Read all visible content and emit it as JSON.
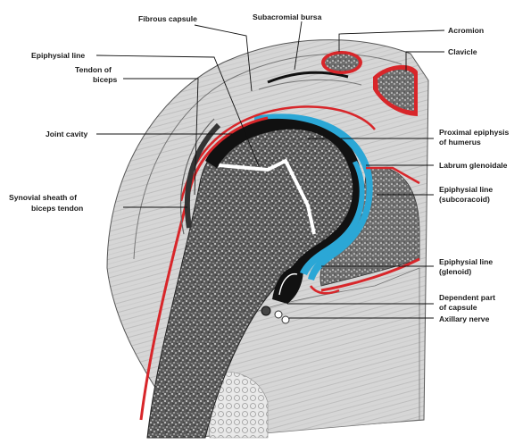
{
  "labels": {
    "fibrous_capsule": "Fibrous capsule",
    "subacromial_bursa": "Subacromial bursa",
    "acromion": "Acromion",
    "clavicle": "Clavicle",
    "epiphysial_line": "Epiphysial line",
    "tendon_of_biceps_1": "Tendon of",
    "tendon_of_biceps_2": "biceps",
    "joint_cavity": "Joint cavity",
    "proximal_epiphysis_1": "Proximal epiphysis",
    "proximal_epiphysis_2": "of humerus",
    "labrum_glenoidale": "Labrum glenoidale",
    "synovial_sheath_1": "Synovial sheath of",
    "synovial_sheath_2": "biceps tendon",
    "epiphysial_subcoracoid_1": "Epiphysial line",
    "epiphysial_subcoracoid_2": "(subcoracoid)",
    "epiphysial_glenoid_1": "Epiphysial line",
    "epiphysial_glenoid_2": "(glenoid)",
    "dependent_capsule_1": "Dependent part",
    "dependent_capsule_2": "of capsule",
    "axillary_nerve": "Axillary nerve"
  },
  "colors": {
    "synovial_red": "#d8262a",
    "cartilage_blue": "#2ba7d6",
    "cavity_black": "#111111",
    "bone_speckle": "#2a2a2a",
    "muscle_gray": "#cfcfcf"
  }
}
